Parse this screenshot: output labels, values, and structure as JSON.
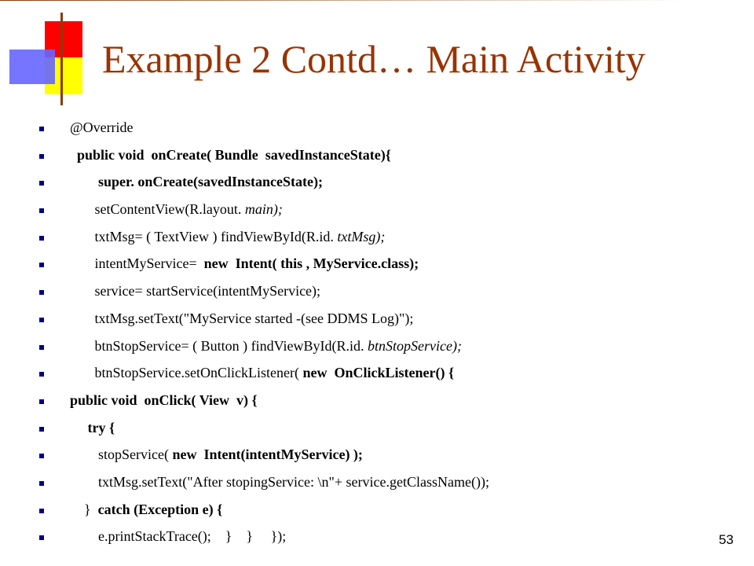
{
  "title": "Example 2 Contd… Main Activity",
  "page_number": "53",
  "colors": {
    "title": "#993300",
    "bullet": "#000080",
    "logo_red": "#ff0000",
    "logo_yellow": "#ffff00",
    "logo_blue": "#6666ff"
  },
  "lines": [
    [
      {
        "t": "      @Override",
        "s": ""
      }
    ],
    [
      {
        "t": "        public void  onCreate( Bundle  savedInstanceState){",
        "s": "b"
      }
    ],
    [
      {
        "t": "              super. onCreate(savedInstanceState);",
        "s": "b"
      }
    ],
    [
      {
        "t": "             setContentView(R.layout. ",
        "s": ""
      },
      {
        "t": "main);",
        "s": "i"
      }
    ],
    [
      {
        "t": "             txtMsg= ( TextView ) findViewById(R.id. ",
        "s": ""
      },
      {
        "t": "txtMsg);",
        "s": "i"
      }
    ],
    [
      {
        "t": "             intentMyService=  ",
        "s": ""
      },
      {
        "t": "new  Intent( this , MyService.class);",
        "s": "b"
      }
    ],
    [
      {
        "t": "             service= startService(intentMyService);",
        "s": ""
      }
    ],
    [
      {
        "t": "             txtMsg.setText(\"MyService started -(see DDMS Log)\");",
        "s": ""
      }
    ],
    [
      {
        "t": "             btnStopService= ( Button ) findViewById(R.id. ",
        "s": ""
      },
      {
        "t": "btnStopService);",
        "s": "i"
      }
    ],
    [
      {
        "t": "             btnStopService.setOnClickListener( ",
        "s": ""
      },
      {
        "t": "new  OnClickListener() {",
        "s": "b"
      }
    ],
    [
      {
        "t": "      public void  onClick( View  v) {",
        "s": "b"
      }
    ],
    [
      {
        "t": "           try {",
        "s": "b"
      }
    ],
    [
      {
        "t": "              stopService( ",
        "s": ""
      },
      {
        "t": "new  Intent(intentMyService) );",
        "s": "b"
      }
    ],
    [
      {
        "t": "              txtMsg.setText(\"After stopingService: \\n\"+ service.getClassName());",
        "s": ""
      }
    ],
    [
      {
        "t": "          }  ",
        "s": ""
      },
      {
        "t": "catch (Exception e) {",
        "s": "b"
      }
    ],
    [
      {
        "t": "              e.printStackTrace();    }    }     });",
        "s": ""
      }
    ]
  ]
}
